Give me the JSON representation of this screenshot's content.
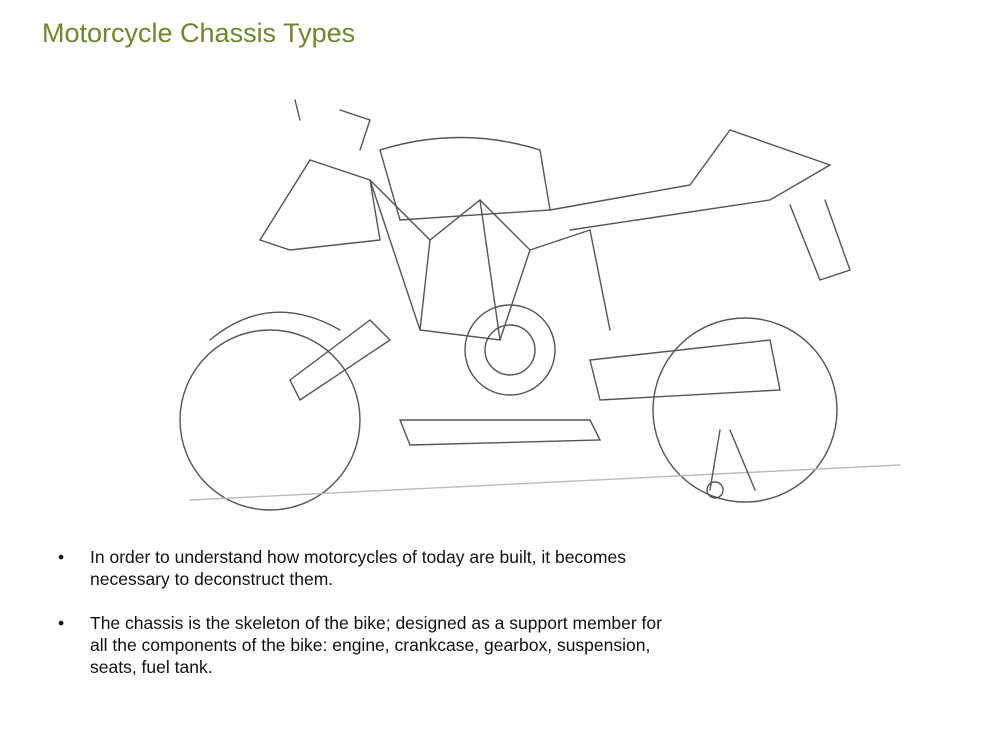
{
  "slide": {
    "title": "Motorcycle Chassis Types",
    "image": {
      "subject": "motorcycle-sketch"
    },
    "bullet_char": "•",
    "bullets": [
      "In order to understand how motorcycles of today are built, it becomes necessary to deconstruct them.",
      "The chassis is the skeleton of the bike; designed as a support member for all the components of the bike: engine, crankcase, gearbox, suspension, seats, fuel tank."
    ]
  }
}
